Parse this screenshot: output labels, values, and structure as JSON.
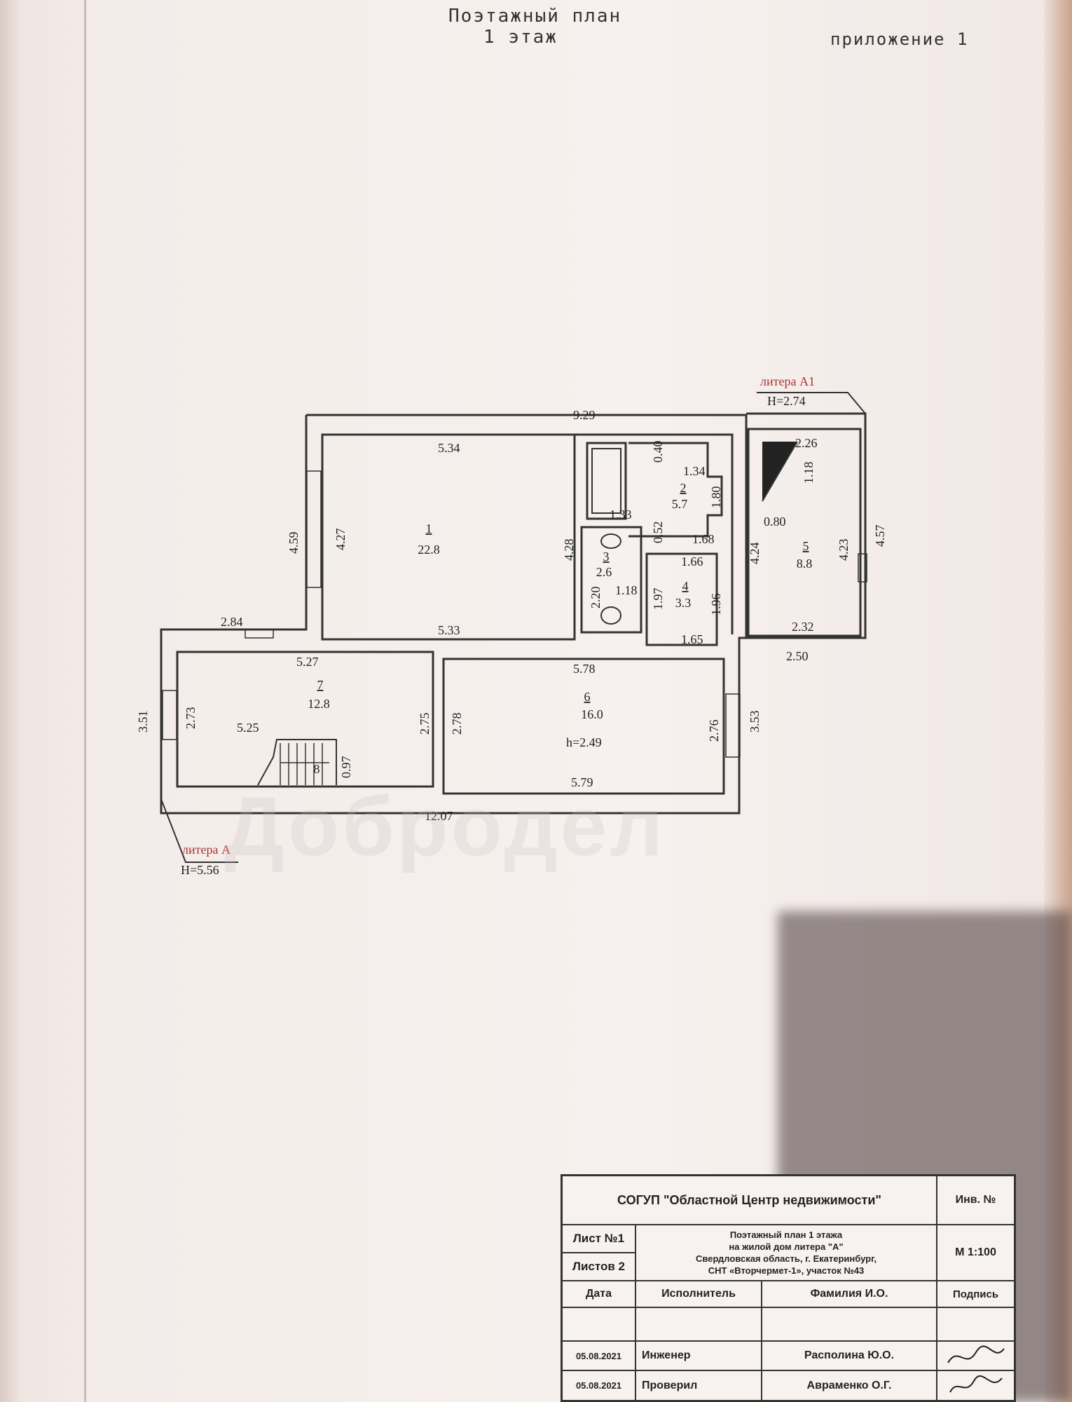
{
  "header": {
    "title": "Поэтажный план",
    "floor": "1 этаж",
    "appendix": "приложение 1"
  },
  "plan": {
    "litera_a1": "литера А1",
    "height_a1": "H=2.74",
    "litera_a": "литера А",
    "height_a": "H=5.56",
    "room_height": "h=2.49",
    "dims": [
      "9.29",
      "5.34",
      "0.40",
      "1.34",
      "2.26",
      "1.18",
      "0.80",
      "4.59",
      "4.27",
      "4.28",
      "1.80",
      "1.33",
      "0.52",
      "1.68",
      "1.66",
      "4.24",
      "4.23",
      "4.57",
      "1.18",
      "2.20",
      "1.97",
      "1.96",
      "2.32",
      "2.50",
      "5.33",
      "2.84",
      "5.27",
      "5.78",
      "1.65",
      "3.51",
      "2.73",
      "5.25",
      "2.75",
      "2.78",
      "2.76",
      "3.53",
      "0.97",
      "5.79",
      "12.07"
    ],
    "rooms": [
      {
        "num": "1",
        "area": "22.8"
      },
      {
        "num": "2",
        "area": "5.7"
      },
      {
        "num": "3",
        "area": "2.6"
      },
      {
        "num": "4",
        "area": "3.3"
      },
      {
        "num": "5",
        "area": "8.8"
      },
      {
        "num": "6",
        "area": "16.0"
      },
      {
        "num": "7",
        "area": "12.8"
      },
      {
        "num": "8",
        "area": ""
      }
    ]
  },
  "title_block": {
    "org": "СОГУП \"Областной Центр недвижимости\"",
    "inv": "Инв. №",
    "sheet": "Лист №1",
    "sheets": "Листов 2",
    "desc_1": "Поэтажный план 1 этажа",
    "desc_2": "на жилой дом литера \"А\"",
    "desc_3": "Свердловская область, г. Екатеринбург,",
    "desc_4": "СНТ «Вторчермет-1», участок №43",
    "scale": "М 1:100",
    "col_date": "Дата",
    "col_exec": "Исполнитель",
    "col_name": "Фамилия И.О.",
    "col_sign": "Подпись",
    "row1_date": "05.08.2021",
    "row1_role": "Инженер",
    "row1_name": "Располина Ю.О.",
    "row2_date": "05.08.2021",
    "row2_role": "Проверил",
    "row2_name": "Авраменко О.Г."
  },
  "watermark": "Добродел"
}
